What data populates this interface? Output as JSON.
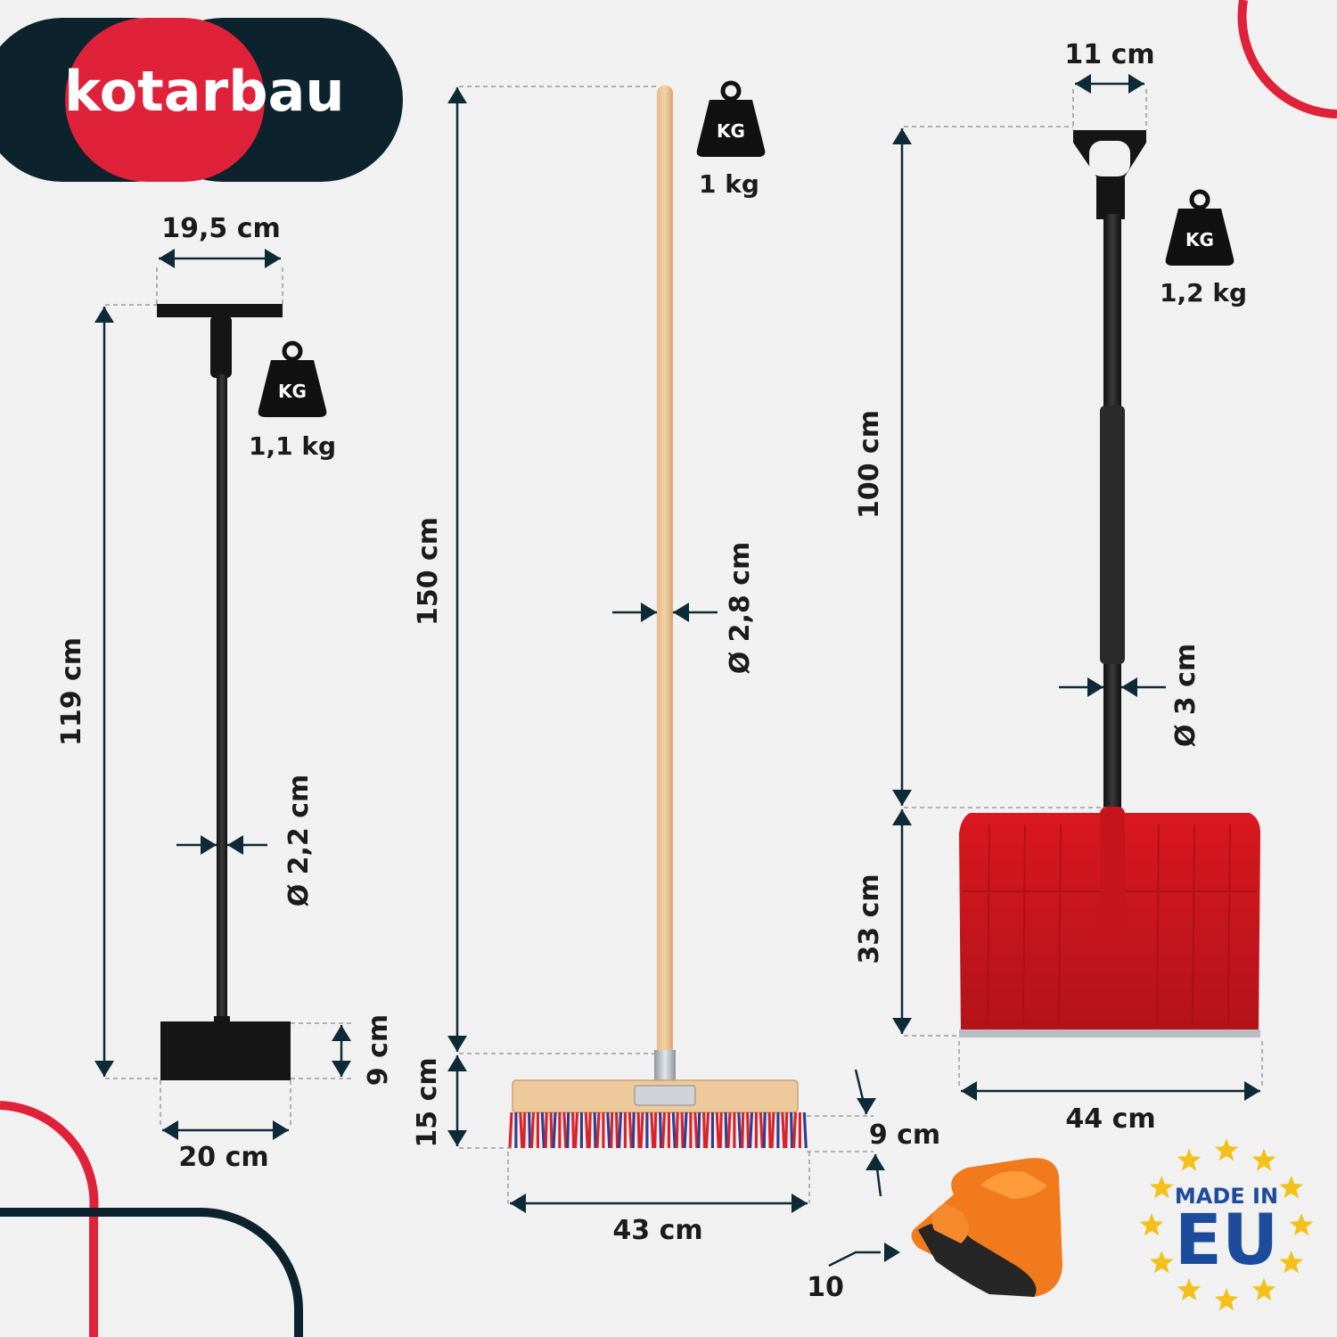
{
  "brand": {
    "name": "kotarbau",
    "colors": {
      "dark": "#0c232d",
      "red": "#e0213a"
    }
  },
  "scraper": {
    "handle_width": "19,5 cm",
    "height": "119 cm",
    "shaft_diameter": "Ø 2,2 cm",
    "blade_height": "9 cm",
    "blade_width": "20 cm",
    "weight": "1,1 kg"
  },
  "broom": {
    "height": "150 cm",
    "handle_diameter": "Ø 2,8 cm",
    "head_height": "15 cm",
    "bristle_length": "9 cm",
    "width": "43 cm",
    "weight": "1 kg"
  },
  "shovel": {
    "grip_width": "11 cm",
    "handle_length": "100 cm",
    "shaft_diameter": "Ø 3 cm",
    "blade_height": "33 cm",
    "blade_width": "44 cm",
    "weight": "1,2  kg"
  },
  "gloves": {
    "size": "10"
  },
  "weight_icon_label": "KG",
  "eu_badge": {
    "line1": "MADE IN",
    "line2": "EU",
    "color": "#1d4c9c",
    "star_color": "#f2c21b"
  }
}
